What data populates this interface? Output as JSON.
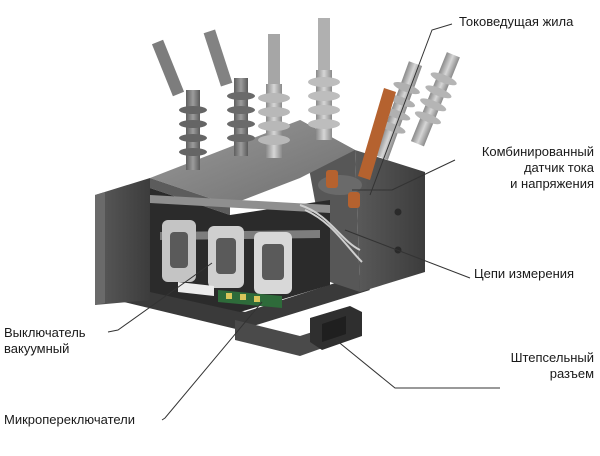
{
  "labels": {
    "conductor": "Токоведущая жила",
    "sensor_line1": "Комбинированный",
    "sensor_line2": "датчик тока",
    "sensor_line3": "и напряжения",
    "measurement": "Цепи измерения",
    "connector_line1": "Штепсельный",
    "connector_line2": "разъем",
    "vacuum_line1": "Выключатель",
    "vacuum_line2": "вакуумный",
    "microswitches": "Микропереключатели"
  },
  "colors": {
    "leader": "#333333",
    "body_dark": "#4a4a4a",
    "body_mid": "#6b6b6b",
    "body_light": "#8f8f8f",
    "insulator": "#777777",
    "accent_copper": "#b5622f"
  }
}
